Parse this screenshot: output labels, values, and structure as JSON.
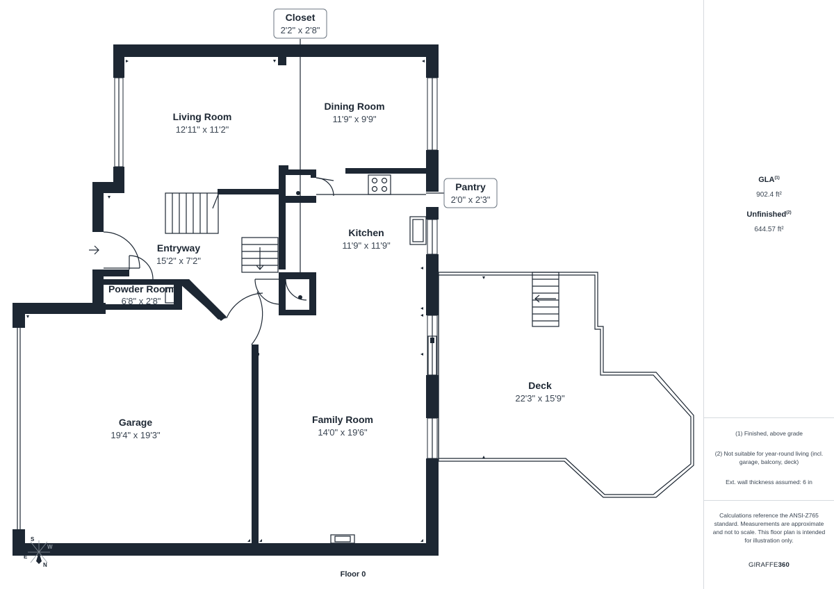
{
  "rooms": {
    "living": {
      "name": "Living Room",
      "dims": "12'11\" x 11'2\""
    },
    "dining": {
      "name": "Dining Room",
      "dims": "11'9\" x 9'9\""
    },
    "kitchen": {
      "name": "Kitchen",
      "dims": "11'9\" x 11'9\""
    },
    "entry": {
      "name": "Entryway",
      "dims": "15'2\" x 7'2\""
    },
    "powder": {
      "name": "Powder Room",
      "dims": "6'8\" x 2'8\""
    },
    "garage": {
      "name": "Garage",
      "dims": "19'4\" x 19'3\""
    },
    "family": {
      "name": "Family Room",
      "dims": "14'0\" x 19'6\""
    },
    "deck": {
      "name": "Deck",
      "dims": "22'3\" x 15'9\""
    },
    "closet": {
      "name": "Closet",
      "dims": "2'2\" x 2'8\""
    },
    "pantry": {
      "name": "Pantry",
      "dims": "2'0\" x 2'3\""
    }
  },
  "compass": {
    "n": "N",
    "s": "S",
    "e": "E",
    "w": "W"
  },
  "floor_label": "Floor 0",
  "panel": {
    "gla_label": "GLA",
    "gla_sup": "(1)",
    "gla_value": "902.4 ft²",
    "unfinished_label": "Unfinished",
    "unfinished_sup": "(2)",
    "unfinished_value": "644.57 ft²",
    "note1": "(1) Finished, above grade",
    "note2": "(2) Not suitable for year-round living (incl. garage, balcony, deck)",
    "note3": "Ext. wall thickness assumed: 6 in",
    "disclaimer": "Calculations reference the ANSI-Z765 standard. Measurements are approximate and not to scale. This floor plan is intended for illustration only.",
    "brand_a": "GIRAFFE",
    "brand_b": "360"
  },
  "colors": {
    "wall": "#1d2733",
    "text": "#1d2733",
    "divider": "#d6dadf"
  }
}
